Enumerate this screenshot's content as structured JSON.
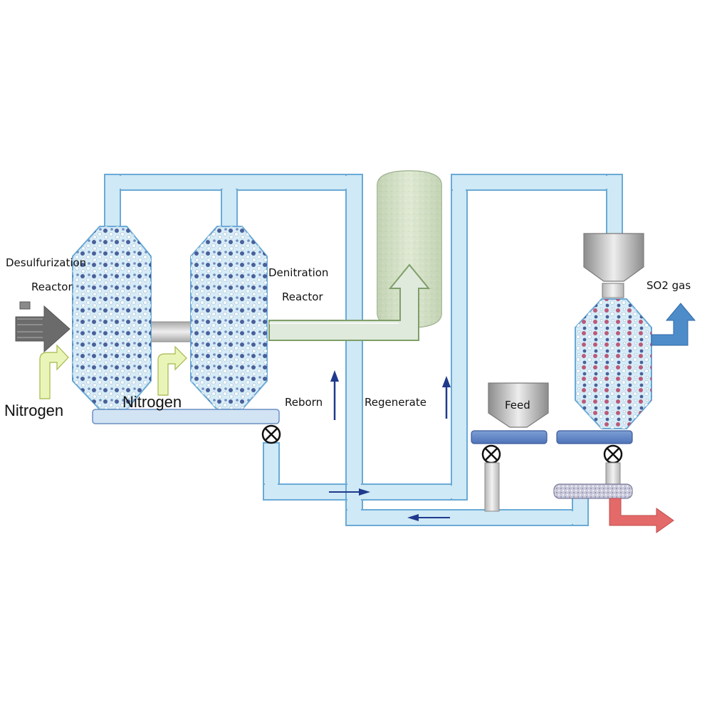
{
  "labels": {
    "desulfurization_line1": "Desulfurization",
    "desulfurization_line2": "Reactor",
    "denitration_line1": "Denitration",
    "denitration_line2": "Reactor",
    "nitrogen_left": "Nitrogen",
    "nitrogen_right": "Nitrogen",
    "reborn": "Reborn",
    "regenerate": "Regenerate",
    "feed": "Feed",
    "so2_gas": "SO2 gas"
  },
  "colors": {
    "pipe_fill": "#cfe9f6",
    "pipe_stroke": "#6aaad6",
    "reactor_fill": "#d6ecf7",
    "tank_green": "#bcd0a6",
    "flow_arrow": "#1f3a8c",
    "so2_arrow": "#4d8cc9",
    "out_arrow": "#e46a6a",
    "nitrogen_arrow": "#e9f5b8",
    "flue_gas_arrow": "#6b6b6b"
  },
  "icons": {
    "valve": "valve-cross-icon",
    "flow": "flow-arrow-icon"
  }
}
